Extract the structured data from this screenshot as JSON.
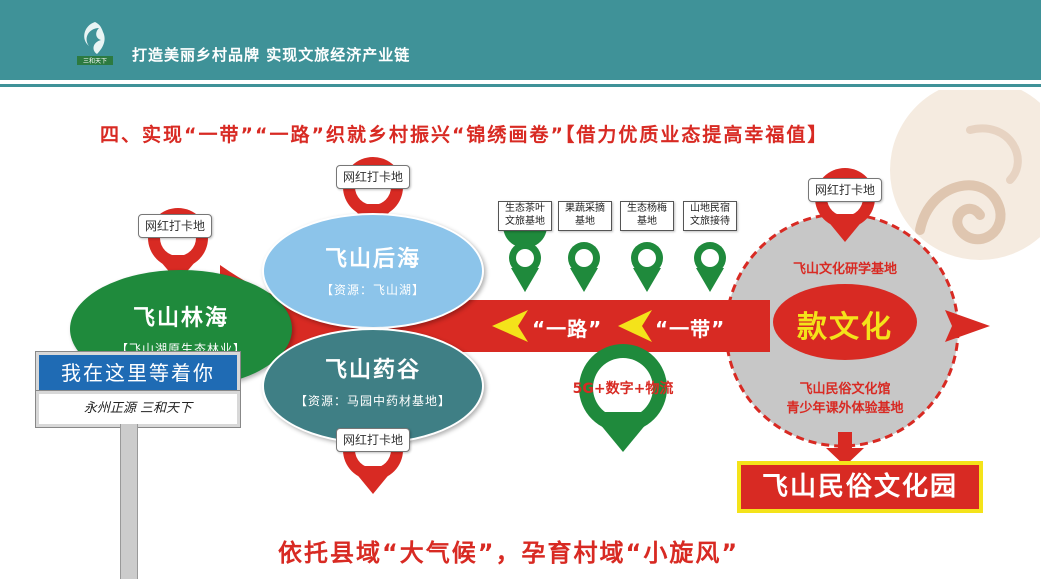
{
  "header": {
    "logo_text": "三和天下",
    "slogan": "打造美丽乡村品牌  实现文旅经济产业链"
  },
  "headline": "四、实现“一带”“一路”织就乡村振兴“锦绣画卷”【借力优质业态提高幸福值】",
  "checkin_label": "网红打卡地",
  "nodes": {
    "linhai": {
      "title": "飞山林海",
      "source": "【飞山湖原生态林业】"
    },
    "houhai": {
      "title": "飞山后海",
      "source": "【资源：飞山湖】"
    },
    "yaogu": {
      "title": "飞山药谷",
      "source": "【资源：马园中药材基地】"
    },
    "culture": {
      "title": "款文化",
      "top": "飞山文化研学基地",
      "bottom_1": "飞山民俗文化馆",
      "bottom_2": "青少年课外体验基地"
    }
  },
  "band": {
    "road": "“一路”",
    "belt": "“一带”"
  },
  "small_cards": [
    {
      "line1": "生态茶叶",
      "line2": "文旅基地"
    },
    {
      "line1": "果蔬采摘",
      "line2": "基地"
    },
    {
      "line1": "生态杨梅",
      "line2": "基地"
    },
    {
      "line1": "山地民宿",
      "line2": "文旅接待"
    }
  ],
  "digital_label": "5G+数字+物流",
  "signboard": {
    "main": "我在这里等着你",
    "sub": "永州正源 三和天下"
  },
  "park_label": "飞山民俗文化园",
  "footer_slogan": "依托县域“大气候”，孕育村域“小旋风”",
  "colors": {
    "teal": "#3f9298",
    "red": "#d82a23",
    "green": "#1f8a3c",
    "light_blue": "#8cc4ea",
    "slate": "#3f7f85",
    "gray": "#c7c7c7",
    "yellow": "#f4e31a"
  }
}
